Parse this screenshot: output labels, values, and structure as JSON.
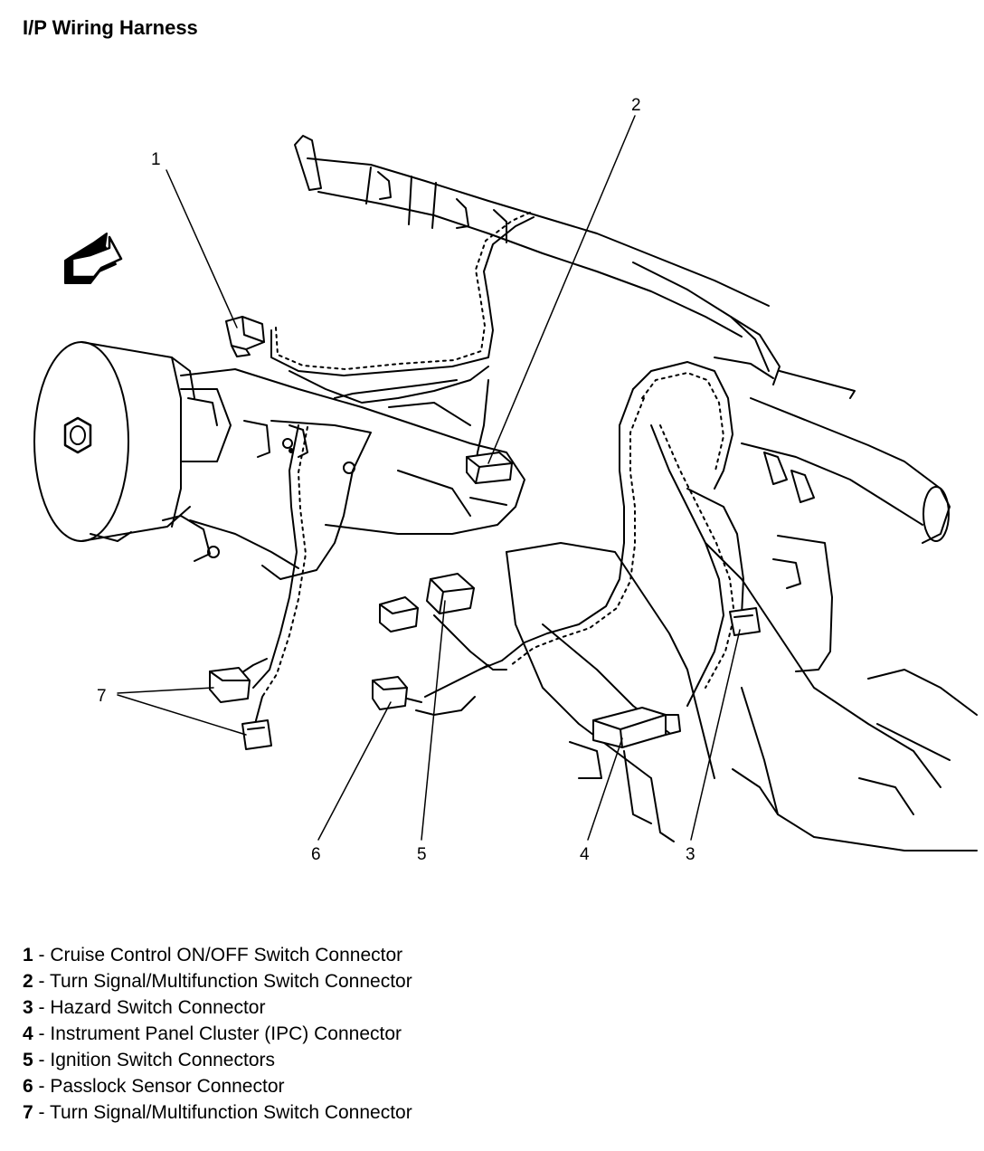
{
  "title": "I/P Wiring Harness",
  "callouts": {
    "c1": "1",
    "c2": "2",
    "c3": "3",
    "c4": "4",
    "c5": "5",
    "c6": "6",
    "c7": "7"
  },
  "legend": [
    {
      "num": "1",
      "sep": " - ",
      "text": "Cruise Control ON/OFF Switch Connector"
    },
    {
      "num": "2",
      "sep": " - ",
      "text": "Turn Signal/Multifunction Switch Connector"
    },
    {
      "num": "3",
      "sep": " - ",
      "text": "Hazard Switch Connector"
    },
    {
      "num": "4",
      "sep": " - ",
      "text": "Instrument Panel Cluster (IPC) Connector"
    },
    {
      "num": "5",
      "sep": " - ",
      "text": "Ignition Switch Connectors"
    },
    {
      "num": "6",
      "sep": " - ",
      "text": "Passlock Sensor Connector"
    },
    {
      "num": "7",
      "sep": " - ",
      "text": "Turn Signal/Multifunction Switch Connector"
    }
  ]
}
